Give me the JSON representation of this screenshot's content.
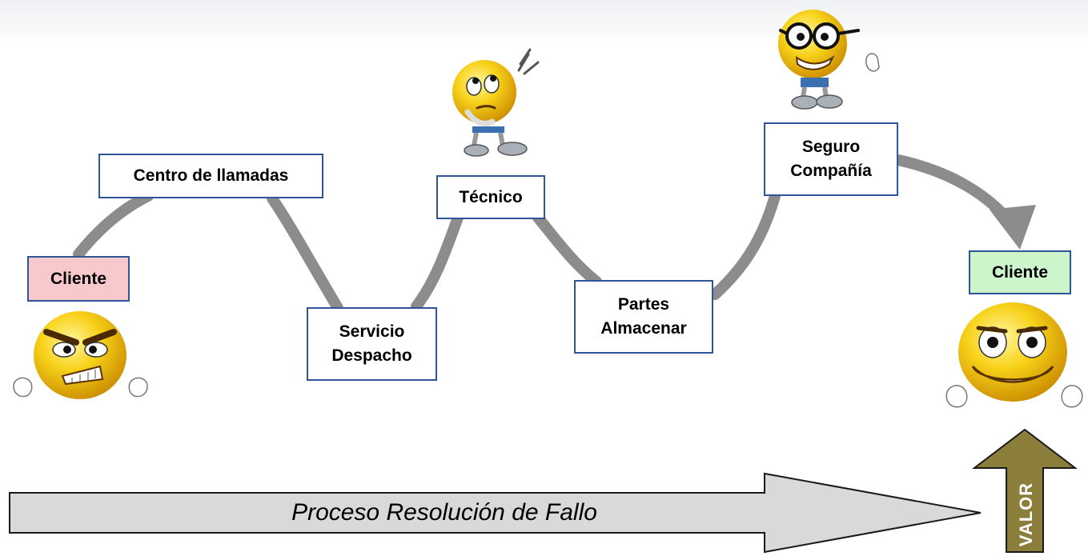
{
  "process_steps": [
    {
      "label": "Cliente"
    },
    {
      "label": "Centro de llamadas"
    },
    {
      "label": "Servicio\nDespacho"
    },
    {
      "label": "Técnico"
    },
    {
      "label": "Partes\nAlmacenar"
    },
    {
      "label": "Seguro\nCompañía"
    },
    {
      "label": "Cliente"
    }
  ],
  "process_arrow": {
    "label": "Proceso Resolución de Fallo"
  },
  "value_arrow": {
    "label": "VALOR"
  },
  "characters": [
    {
      "name": "angry-smiley",
      "mood": "angry"
    },
    {
      "name": "thinking-smiley",
      "mood": "thinking"
    },
    {
      "name": "nerd-smiley",
      "mood": "confident"
    },
    {
      "name": "happy-smiley",
      "mood": "happy"
    }
  ],
  "colors": {
    "box_border": "#2f5597",
    "start_box_fill": "#f8c9cc",
    "end_box_fill": "#ccf5cc",
    "path_line": "#8c8c8c",
    "process_arrow_fill": "#d9d9d9",
    "value_arrow_fill": "#8b7d3a",
    "smiley_yellow": "#f5c400"
  }
}
